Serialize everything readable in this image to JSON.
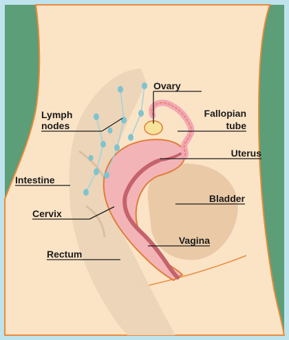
{
  "labels": {
    "ovary": "Ovary",
    "lymph_line1": "Lymph",
    "lymph_line2": "nodes",
    "fallopian_line1": "Fallopian",
    "fallopian_line2": "tube",
    "uterus": "Uterus",
    "intestine": "Intestine",
    "bladder": "Bladder",
    "cervix": "Cervix",
    "vagina": "Vagina",
    "rectum": "Rectum"
  },
  "colors": {
    "border": "#bfe3ec",
    "background": "#5b9e78",
    "skin": "#fbe3c6",
    "skin_outline": "#e98a3a",
    "intestine": "#ecd4b8",
    "bladder": "#eac9a7",
    "uterus": "#f3b4b7",
    "uterus_outline": "#e07c37",
    "cavity": "#c5636c",
    "ovary": "#f7e39a",
    "lymph_node": "#7fc3cf"
  }
}
